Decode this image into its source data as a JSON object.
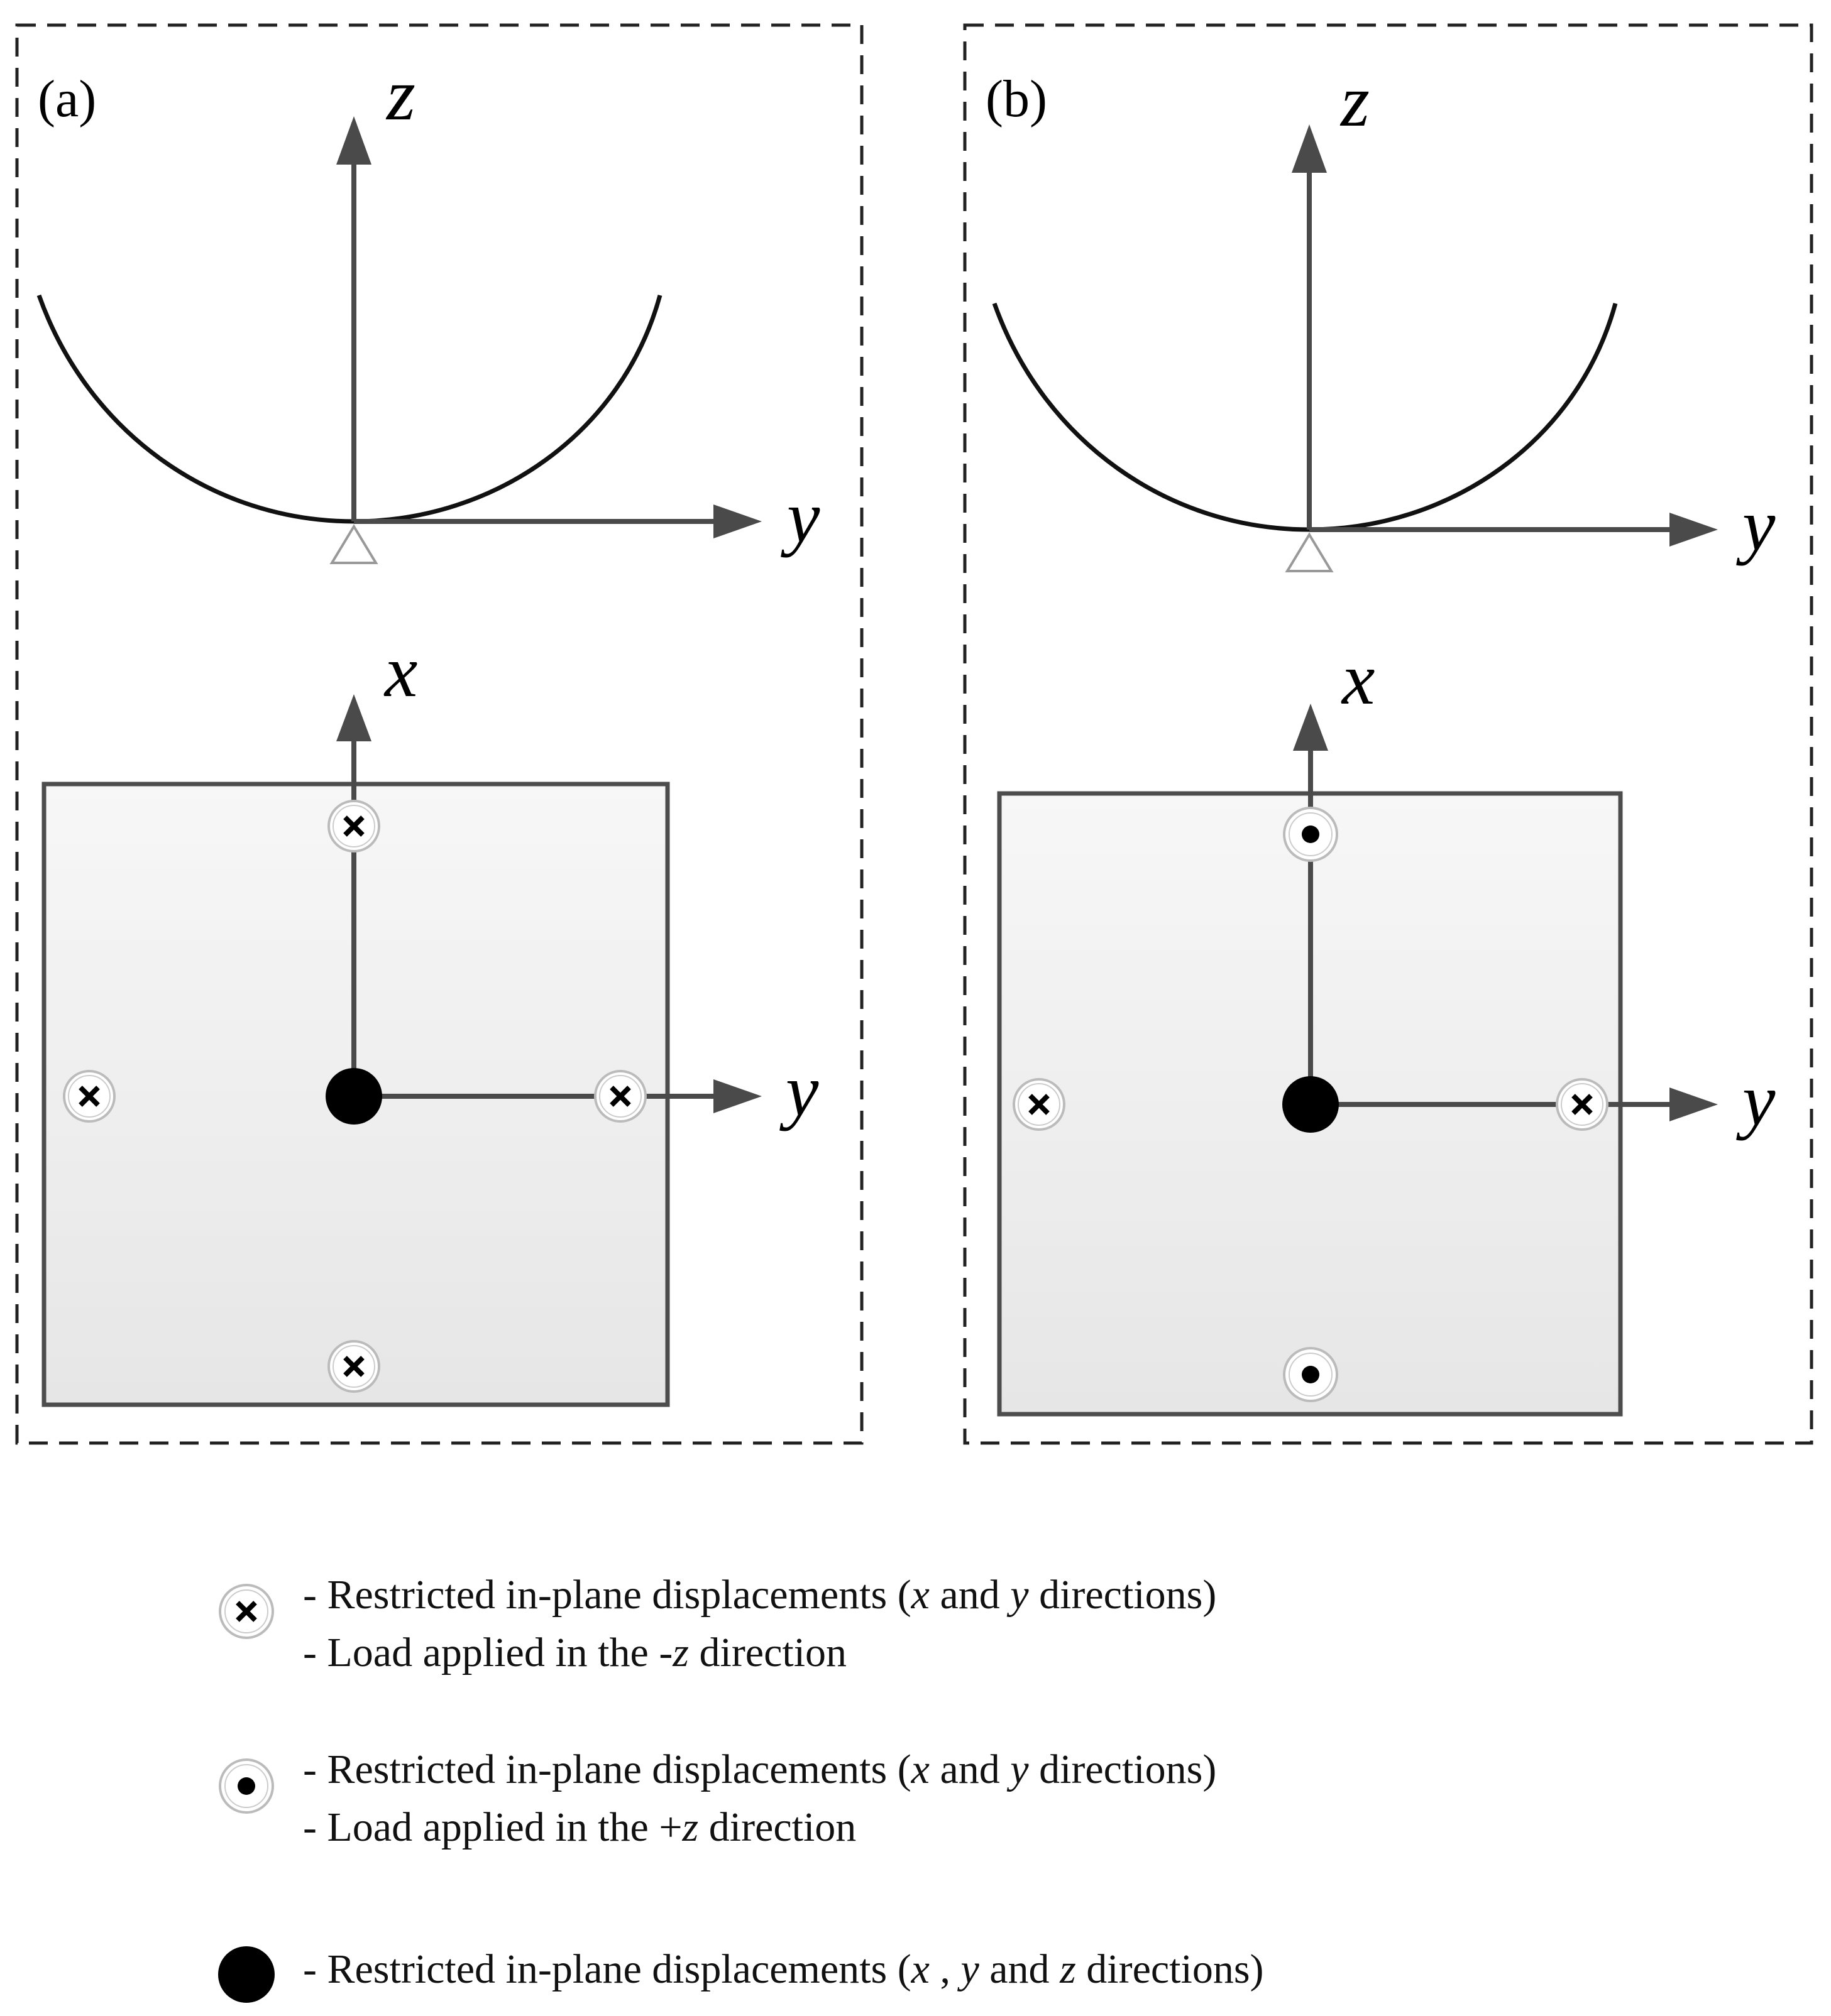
{
  "panels": [
    {
      "id": "a",
      "label": "(a)",
      "axes": {
        "profile_vertical": "z",
        "profile_horizontal": "y",
        "plan_vertical": "x",
        "plan_horizontal": "y"
      },
      "plan_markers": {
        "top": "x",
        "left": "x",
        "right": "x",
        "bottom": "x",
        "center": "fixed"
      }
    },
    {
      "id": "b",
      "label": "(b)",
      "axes": {
        "profile_vertical": "z",
        "profile_horizontal": "y",
        "plan_vertical": "x",
        "plan_horizontal": "y"
      },
      "plan_markers": {
        "top": "dot",
        "left": "x",
        "right": "x",
        "bottom": "dot",
        "center": "fixed"
      }
    }
  ],
  "legend": [
    {
      "symbol": "x",
      "lines": [
        [
          "- Restricted in-plane displacements (",
          {
            "i": "x"
          },
          " and ",
          {
            "i": "y"
          },
          " directions)"
        ],
        [
          "- Load applied in the -",
          {
            "i": "z"
          },
          " direction"
        ]
      ]
    },
    {
      "symbol": "dot",
      "lines": [
        [
          "- Restricted in-plane displacements (",
          {
            "i": "x"
          },
          " and ",
          {
            "i": "y"
          },
          " directions)"
        ],
        [
          "- Load applied in the +",
          {
            "i": "z"
          },
          " direction"
        ]
      ]
    },
    {
      "symbol": "fixed",
      "lines": [
        [
          "- Restricted in-plane displacements (",
          {
            "i": "x"
          },
          " , ",
          {
            "i": "y"
          },
          "  and ",
          {
            "i": "z"
          },
          " directions)"
        ]
      ]
    }
  ],
  "colors": {
    "axis": "#4a4a4a",
    "curve": "#111111",
    "border": "#4d4d4d",
    "dash": "#222222"
  }
}
